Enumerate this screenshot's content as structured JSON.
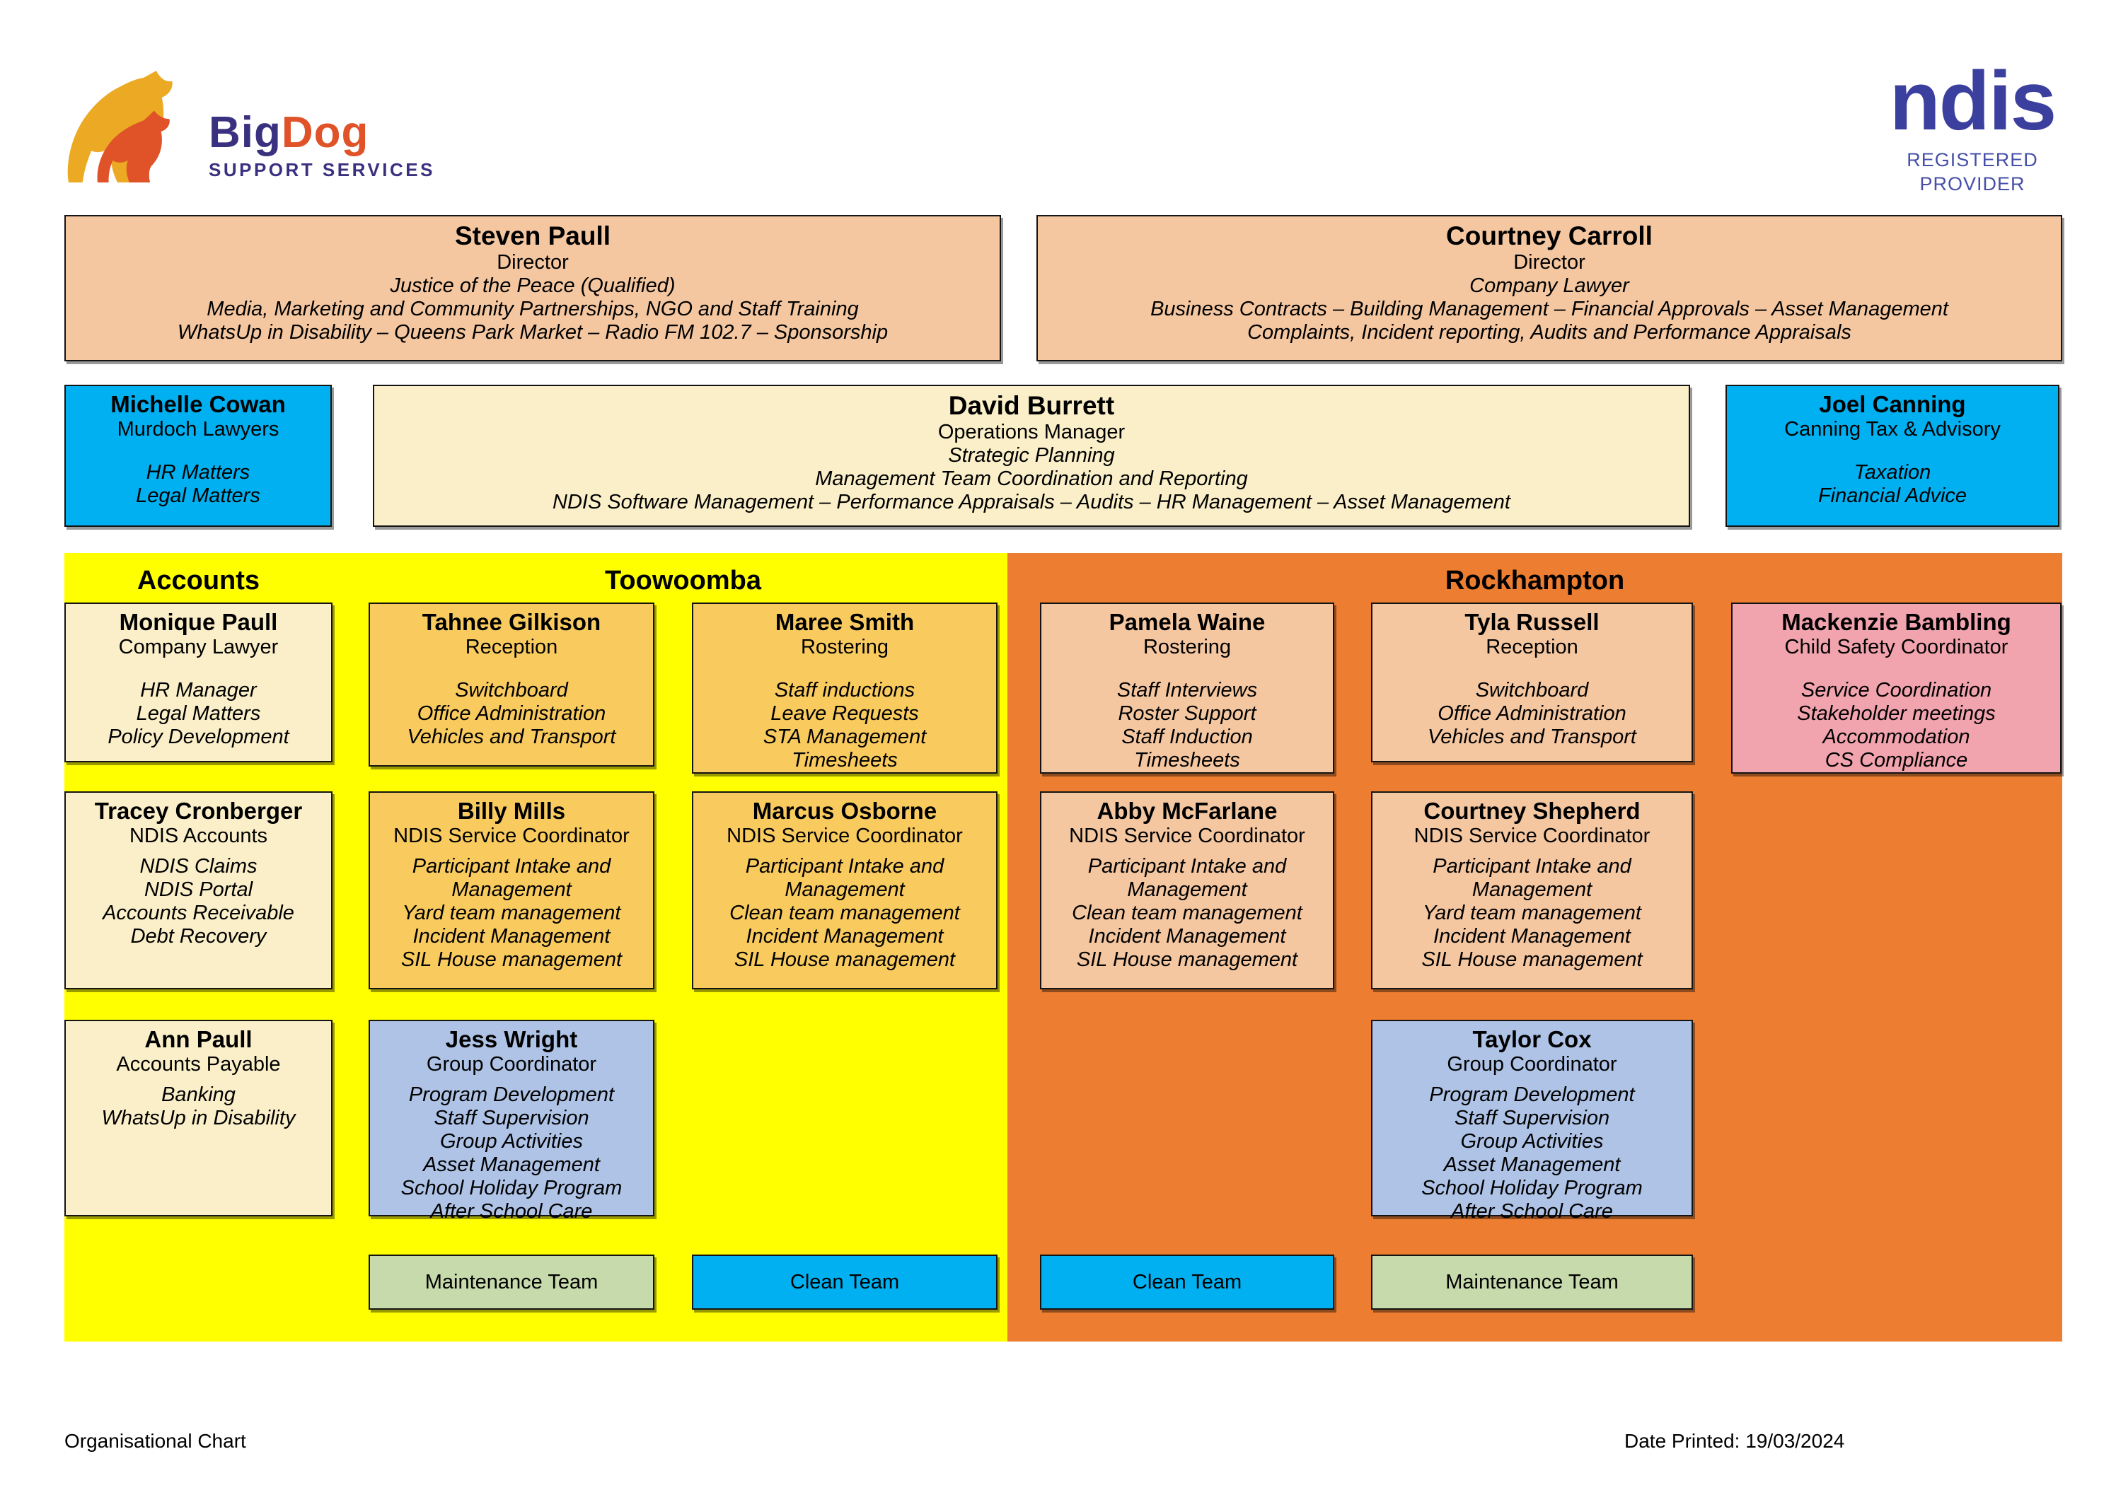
{
  "logo": {
    "part1": "Big",
    "part2": "Dog",
    "tagline": "SUPPORT SERVICES"
  },
  "ndis": {
    "brand": "ndis",
    "line1": "REGISTERED",
    "line2": "PROVIDER"
  },
  "sections": {
    "accounts": "Accounts",
    "toowoomba": "Toowoomba",
    "rockhampton": "Rockhampton"
  },
  "cards": {
    "steven": {
      "name": "Steven Paull",
      "role": "Director",
      "duties": [
        "Justice of the Peace (Qualified)",
        "Media, Marketing and Community Partnerships, NGO and Staff Training",
        "WhatsUp in Disability – Queens Park Market – Radio FM 102.7 – Sponsorship"
      ]
    },
    "courtney": {
      "name": "Courtney Carroll",
      "role": "Director",
      "duties": [
        "Company Lawyer",
        "Business Contracts – Building Management – Financial Approvals – Asset Management",
        "Complaints, Incident reporting, Audits and Performance Appraisals"
      ]
    },
    "michelle": {
      "name": "Michelle Cowan",
      "role": "Murdoch Lawyers",
      "duties": [
        "HR Matters",
        "Legal Matters"
      ]
    },
    "david": {
      "name": "David Burrett",
      "role": "Operations Manager",
      "duties": [
        "Strategic Planning",
        "Management Team Coordination and Reporting",
        "NDIS Software Management – Performance Appraisals – Audits – HR Management – Asset Management"
      ]
    },
    "joel": {
      "name": "Joel Canning",
      "role": "Canning Tax & Advisory",
      "duties": [
        "Taxation",
        "Financial Advice"
      ]
    },
    "monique": {
      "name": "Monique Paull",
      "role": "Company Lawyer",
      "duties": [
        "HR Manager",
        "Legal Matters",
        "Policy Development"
      ]
    },
    "tahnee": {
      "name": "Tahnee Gilkison",
      "role": "Reception",
      "duties": [
        "Switchboard",
        "Office Administration",
        "Vehicles and Transport"
      ]
    },
    "maree": {
      "name": "Maree Smith",
      "role": "Rostering",
      "duties": [
        "Staff inductions",
        "Leave Requests",
        "STA Management",
        "Timesheets"
      ]
    },
    "pamela": {
      "name": "Pamela Waine",
      "role": "Rostering",
      "duties": [
        "Staff Interviews",
        "Roster Support",
        "Staff Induction",
        "Timesheets"
      ]
    },
    "tyla": {
      "name": "Tyla Russell",
      "role": "Reception",
      "duties": [
        "Switchboard",
        "Office Administration",
        "Vehicles and Transport"
      ]
    },
    "mackenzie": {
      "name": "Mackenzie Bambling",
      "role": "Child Safety Coordinator",
      "duties": [
        "Service Coordination",
        "Stakeholder meetings",
        "Accommodation",
        "CS Compliance"
      ]
    },
    "tracey": {
      "name": "Tracey Cronberger",
      "role": "NDIS Accounts",
      "duties": [
        "NDIS Claims",
        "NDIS Portal",
        "Accounts Receivable",
        "Debt Recovery"
      ]
    },
    "billy": {
      "name": "Billy Mills",
      "role": "NDIS Service Coordinator",
      "duties": [
        "Participant Intake and Management",
        "Yard team management",
        "Incident Management",
        "SIL House management"
      ]
    },
    "marcus": {
      "name": "Marcus Osborne",
      "role": "NDIS Service Coordinator",
      "duties": [
        "Participant Intake and Management",
        "Clean team management",
        "Incident Management",
        "SIL House management"
      ]
    },
    "abby": {
      "name": "Abby McFarlane",
      "role": "NDIS Service Coordinator",
      "duties": [
        "Participant Intake and Management",
        "Clean team management",
        "Incident Management",
        "SIL House management"
      ]
    },
    "courtney_shepherd": {
      "name": "Courtney Shepherd",
      "role": "NDIS Service Coordinator",
      "duties": [
        "Participant Intake and Management",
        "Yard team management",
        "Incident Management",
        "SIL House management"
      ]
    },
    "ann": {
      "name": "Ann Paull",
      "role": "Accounts Payable",
      "duties": [
        "Banking",
        "WhatsUp in Disability"
      ]
    },
    "jess": {
      "name": "Jess Wright",
      "role": "Group Coordinator",
      "duties": [
        "Program Development",
        "Staff Supervision",
        "Group Activities",
        "Asset Management",
        "School Holiday Program",
        "After School Care"
      ]
    },
    "taylor": {
      "name": "Taylor Cox",
      "role": "Group Coordinator",
      "duties": [
        "Program Development",
        "Staff Supervision",
        "Group Activities",
        "Asset Management",
        "School Holiday Program",
        "After School Care"
      ]
    }
  },
  "teams": [
    "Maintenance Team",
    "Clean Team",
    "Clean Team",
    "Maintenance Team"
  ],
  "footer": {
    "left": "Organisational Chart",
    "right": "Date Printed: 19/03/2024"
  },
  "colors": {
    "peach": "#f4c7a1",
    "cream": "#faefc8",
    "cyan": "#00b0f0",
    "yellow": "#ffff00",
    "orange": "#ed7d31",
    "amber": "#f9cb5f",
    "pink": "#f1a3ae",
    "periwinkle": "#aec3e6",
    "green": "#c6daac",
    "ndis_blue": "#3b3f9e",
    "logo_navy": "#3a3080",
    "logo_red": "#e05228",
    "logo_gold": "#eba924"
  }
}
